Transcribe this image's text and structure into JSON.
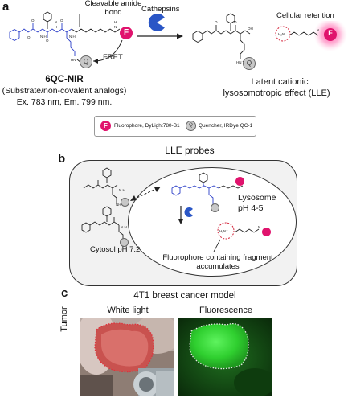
{
  "panel_a": {
    "letter": "a",
    "bond_label": "Cleavable amide bond",
    "enzyme_label": "Cathepsins",
    "retention_label": "Cellular retention",
    "fret_label": "FRET",
    "probe_name": "6QC-NIR",
    "probe_desc": "(Substrate/non-covalent analogs)",
    "probe_spectra": "Ex. 783 nm, Em. 799 nm.",
    "effect_line1": "Latent cationic",
    "effect_line2": "lysosomotropic effect (LLE)",
    "fluor_letter": "F",
    "quencher_letter": "Q"
  },
  "legend": {
    "fluor_letter": "F",
    "fluor_label": "Fluorophore, DyLight780-B1",
    "quencher_letter": "Q",
    "quencher_label": "Quencher, IRDye QC-1"
  },
  "panel_b": {
    "letter": "b",
    "title": "LLE probes",
    "lysosome_line1": "Lysosome",
    "lysosome_line2": "pH 4-5",
    "cytosol_label": "Cytosol pH 7.2",
    "fragment_line1": "Fluorophore containing fragment",
    "fragment_line2": "accumulates"
  },
  "panel_c": {
    "letter": "c",
    "title": "4T1 breast cancer model",
    "white_label": "White light",
    "fluor_label": "Fluorescence",
    "row_label": "Tumor"
  },
  "colors": {
    "fluorophore": "#e0136d",
    "quencher": "#9a9a9a",
    "enzyme": "#2a56c6",
    "backbone_blue": "#2b3ec8",
    "lle_background": "#f2f2f2",
    "fluorescence_green": "#3be23b"
  }
}
